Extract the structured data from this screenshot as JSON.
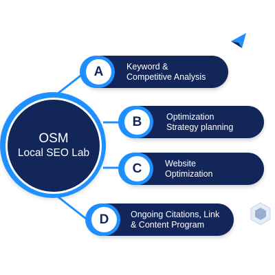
{
  "center": {
    "title": "OSM",
    "subtitle": "Local SEO Lab"
  },
  "steps": [
    {
      "letter": "A",
      "line1": "Keyword &",
      "line2": "Competitive Analysis"
    },
    {
      "letter": "B",
      "line1": "Optimization",
      "line2": "Strategy planning"
    },
    {
      "letter": "C",
      "line1": "Website",
      "line2": "Optimization"
    },
    {
      "letter": "D",
      "line1": "Ongoing Citations, Link",
      "line2": "& Content Program"
    }
  ],
  "colors": {
    "navy": "#12265a",
    "blue": "#1e90ff",
    "white": "#ffffff"
  },
  "decorations": [
    "paper-plane-icon",
    "hexagon-icon"
  ]
}
